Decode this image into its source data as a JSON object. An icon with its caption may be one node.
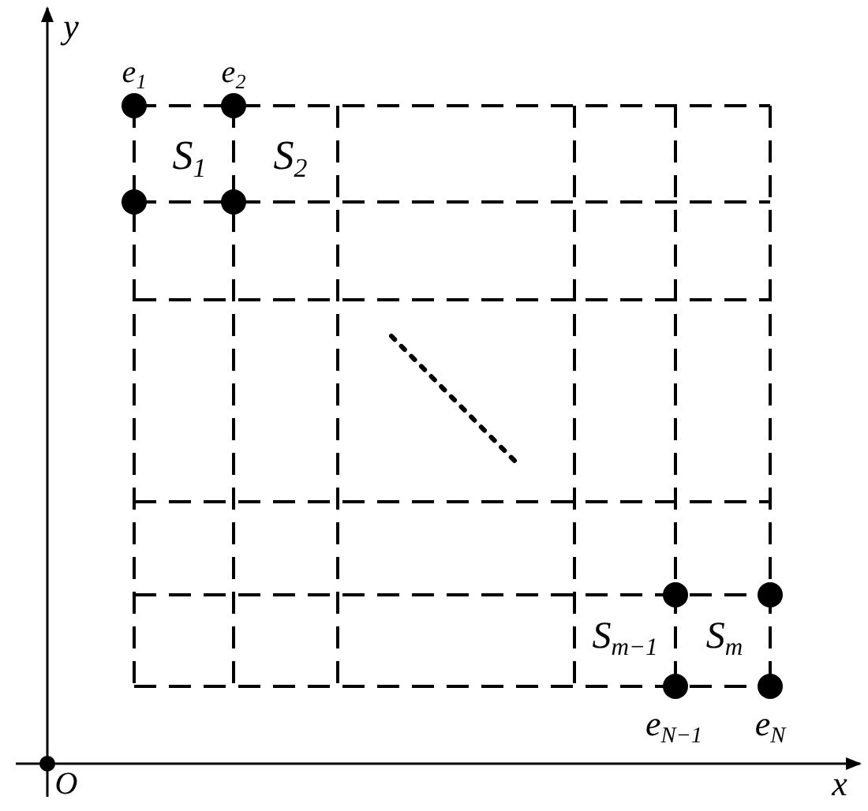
{
  "diagram": {
    "labels": [
      "y",
      "e$_{1}$",
      "e$_{2}$",
      "S$_{1}$",
      "S$_{2}$",
      "S$_{m−1}$",
      "S$_{m}$",
      "e$_{N−1}$",
      "e$_{N}$",
      "O",
      "x"
    ]
  }
}
